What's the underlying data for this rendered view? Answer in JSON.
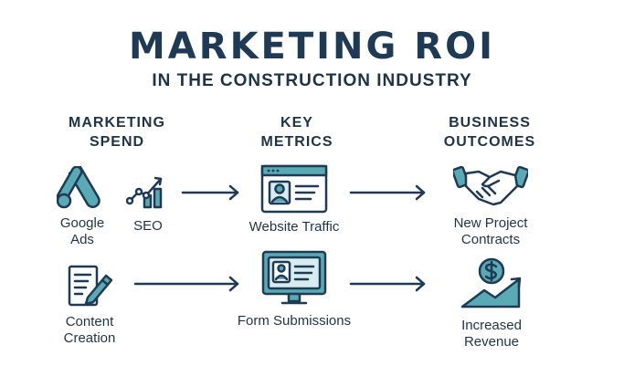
{
  "title": "MARKETING ROI",
  "subtitle": "IN THE CONSTRUCTION INDUSTRY",
  "columns": {
    "spend": {
      "line1": "MARKETING",
      "line2": "SPEND"
    },
    "metrics": {
      "line1": "KEY",
      "line2": "METRICS"
    },
    "outcomes": {
      "line1": "BUSINESS",
      "line2": "OUTCOMES"
    }
  },
  "nodes": {
    "google_ads": {
      "line1": "Google",
      "line2": "Ads",
      "icon": "google-ads-icon"
    },
    "seo": {
      "label": "SEO",
      "icon": "seo-chart-icon"
    },
    "content_creation": {
      "line1": "Content",
      "line2": "Creation",
      "icon": "document-pen-icon"
    },
    "website_traffic": {
      "label": "Website Traffic",
      "icon": "browser-window-icon"
    },
    "form_submissions": {
      "label": "Form Submissions",
      "icon": "monitor-form-icon"
    },
    "new_project_contracts": {
      "line1": "New Project",
      "line2": "Contracts",
      "icon": "handshake-icon"
    },
    "increased_revenue": {
      "line1": "Increased",
      "line2": "Revenue",
      "icon": "dollar-growth-icon"
    }
  },
  "colors": {
    "teal": "#5aaab5",
    "teal_light": "#d6ecef",
    "navy": "#1f3a55"
  }
}
